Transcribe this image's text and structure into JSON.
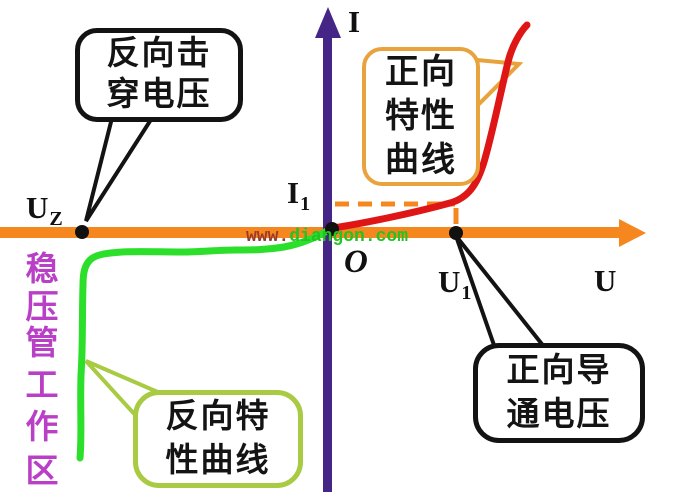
{
  "axes": {
    "current_axis_label": "I",
    "voltage_axis_label": "U",
    "origin_label": "O"
  },
  "markers": {
    "uz": {
      "base": "U",
      "sub": "Z"
    },
    "u1": {
      "base": "U",
      "sub": "1"
    },
    "i1": {
      "base": "I",
      "sub": "1"
    }
  },
  "callouts": {
    "reverse_breakdown_voltage": {
      "lines": [
        "反向击",
        "穿电压"
      ]
    },
    "forward_characteristic_curve": {
      "lines": [
        "正向",
        "特性",
        "曲线"
      ]
    },
    "reverse_characteristic_curve": {
      "lines": [
        "反向特",
        "性曲线"
      ]
    },
    "forward_conduction_voltage": {
      "lines": [
        "正向导",
        "通电压"
      ]
    }
  },
  "side_label": {
    "text": "稳压管工作区",
    "chars": [
      "稳",
      "压",
      "管",
      "工",
      "作",
      "区"
    ]
  },
  "watermark": {
    "prefix": "www.",
    "domain": "diangon.com"
  },
  "colors": {
    "voltage_axis_orange": "#f6871f",
    "current_axis_purple": "#452585",
    "forward_curve_red": "#df1616",
    "reverse_curve_green": "#2bdf2b",
    "forward_callout_border": "#e8a33c",
    "reverse_callout_border": "#a8cb43",
    "side_label_magenta": "#b93fc6",
    "watermark_green": "#21c421",
    "watermark_red": "#993a2b"
  }
}
